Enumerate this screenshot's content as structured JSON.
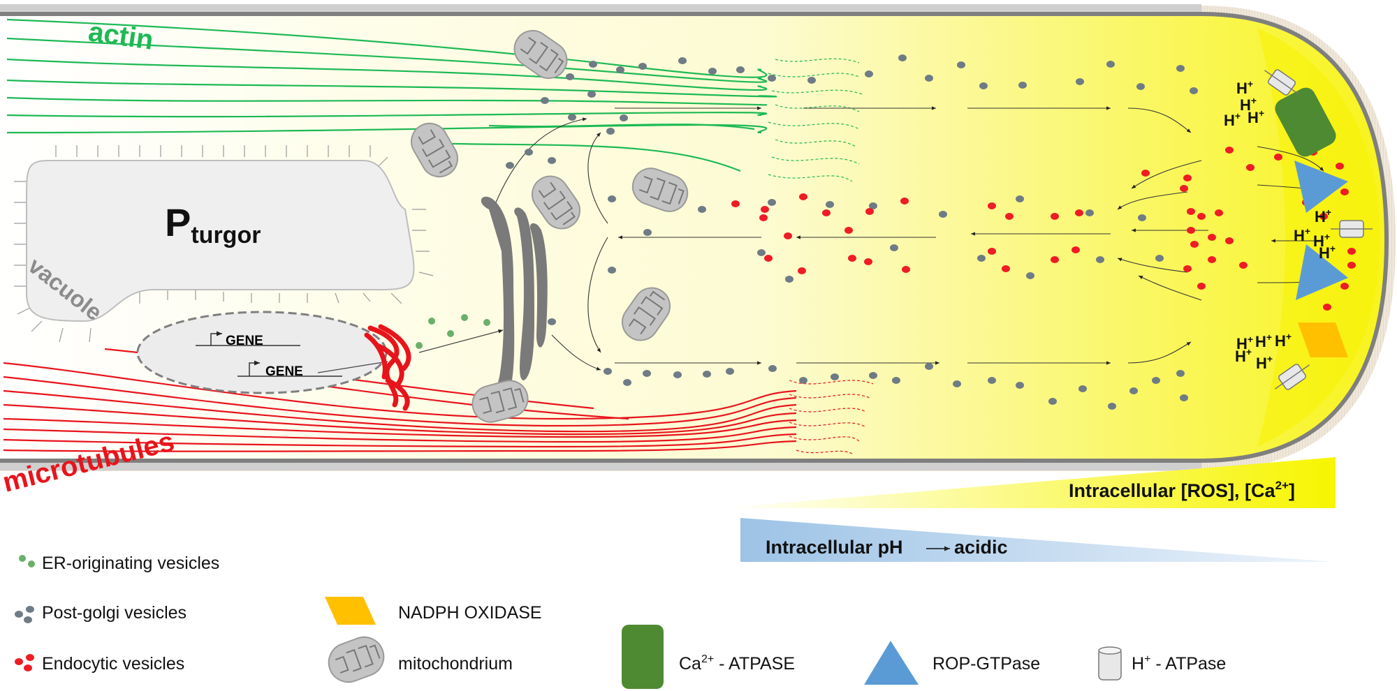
{
  "labels": {
    "actin": "actin",
    "microtubules": "microtubules",
    "vacuole": "vacuole",
    "p_main": "P",
    "p_sub": "turgor",
    "gene1": "GENE",
    "gene2": "GENE",
    "h_plus": "H",
    "h_sup": "+"
  },
  "gradients": {
    "ros_ca": {
      "text": "Intracellular [ROS], [Ca",
      "sup": "2+",
      "close": "]",
      "color": "#f7f500"
    },
    "ph": {
      "text_left": "Intracellular pH",
      "text_right": "acidic",
      "color": "#9dc3e6"
    }
  },
  "legend": {
    "er_vesicles": "ER-originating vesicles",
    "postgolgi_vesicles": "Post-golgi vesicles",
    "endocytic_vesicles": "Endocytic vesicles",
    "nadph": "NADPH OXIDASE",
    "mitochondrium": "mitochondrium",
    "ca_atpase_pre": "Ca",
    "ca_atpase_sup": "2+",
    "ca_atpase_post": " - ATPASE",
    "rop": "ROP-GTPase",
    "h_atpase_pre": "H",
    "h_atpase_sup": "+",
    "h_atpase_post": " - ATPase"
  },
  "colors": {
    "actin": "#1db954",
    "microtubule": "#e8141b",
    "postgolgi": "#6f7b85",
    "endocytic": "#ee1c25",
    "er": "#6ab06a",
    "nadph": "#ffc000",
    "ca_atpase": "#4e8a32",
    "rop": "#5b9bd5",
    "membrane": "#7f7f7f",
    "golgi": "#7a7a7a"
  }
}
